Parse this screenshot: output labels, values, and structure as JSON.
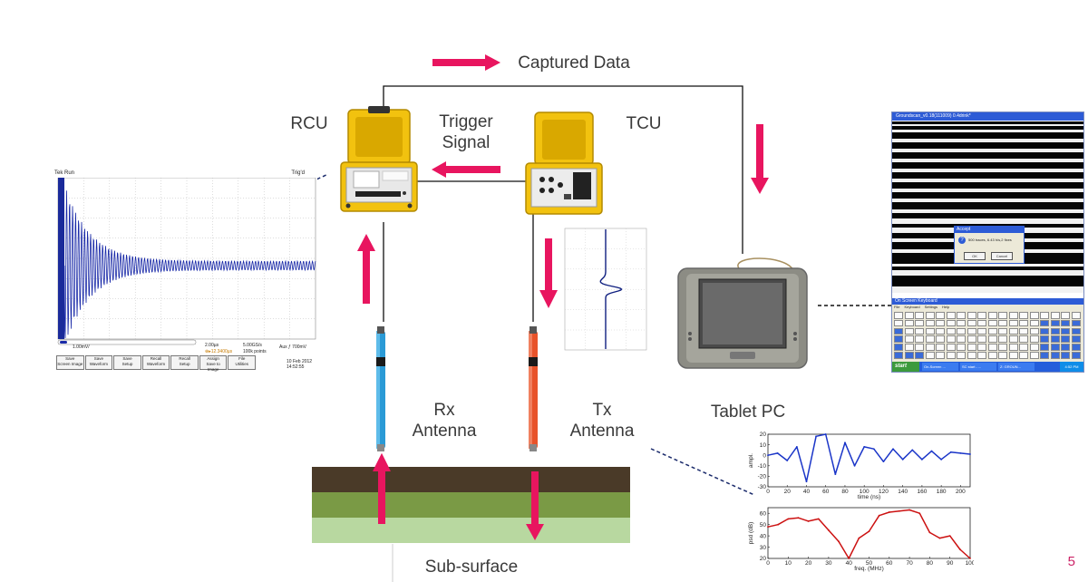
{
  "labels": {
    "captured_data": "Captured Data",
    "rcu": "RCU",
    "tcu": "TCU",
    "trigger_signal_line1": "Trigger",
    "trigger_signal_line2": "Signal",
    "rx_antenna_line1": "Rx",
    "rx_antenna_line2": "Antenna",
    "tx_antenna_line1": "Tx",
    "tx_antenna_line2": "Antenna",
    "tablet_pc": "Tablet PC",
    "sub_surface": "Sub-surface"
  },
  "page_number": "5",
  "oscilloscope": {
    "top_left": "Tek Run",
    "top_right": "Trig'd",
    "channel_scale": "1.00mV/",
    "timebase": "2.00µs",
    "timebase2": "⊕▸12.3400µs",
    "sample_rate": "5.00GS/s",
    "points": "100k points",
    "trigger": "Aux ƒ 700mV",
    "date": "10 Feb 2012",
    "time": "14:52:55",
    "menu": [
      {
        "line1": "Save",
        "line2": "Screen Image"
      },
      {
        "line1": "Save",
        "line2": "Waveform"
      },
      {
        "line1": "Save",
        "line2": "Setup"
      },
      {
        "line1": "Recall",
        "line2": "Waveform"
      },
      {
        "line1": "Recall",
        "line2": "Setup"
      },
      {
        "line1": "Assign",
        "line2": "Save to Image"
      },
      {
        "line1": "File",
        "line2": "Utilities"
      }
    ]
  },
  "screen": {
    "title": "Groundscan_v0.18(111009) 0.4drink*",
    "dialog_title": "Accept",
    "dialog_text": "500 traces, 6.43 h/s,2 fixes",
    "dialog_ok": "OK",
    "dialog_cancel": "Cancel",
    "keyboard_title": "On Screen Keyboard",
    "keyboard_menu": [
      "File",
      "Keyboard",
      "Settings",
      "Help"
    ],
    "taskbar_start": "start",
    "taskbar_items": [
      "On-Screen ...",
      "SC start - ...",
      "Z: GROUN..."
    ],
    "taskbar_clock": "4:52 PM"
  },
  "chart_data": [
    {
      "type": "line",
      "x": [
        0,
        10,
        20,
        30,
        40,
        50,
        60,
        70,
        80,
        90,
        100,
        110,
        120,
        130,
        140,
        150,
        160,
        170,
        180,
        190,
        200,
        210
      ],
      "series": [
        {
          "values": [
            0,
            2,
            -5,
            8,
            -25,
            18,
            20,
            -18,
            12,
            -10,
            8,
            6,
            -6,
            6,
            -4,
            5,
            -4,
            4,
            -4,
            3,
            2,
            1
          ]
        }
      ],
      "xlabel": "time (ns)",
      "ylabel": "ampl.",
      "xlim": [
        0,
        210
      ],
      "ylim": [
        -30,
        20
      ],
      "xticks": [
        "0",
        "20",
        "40",
        "60",
        "80",
        "100",
        "120",
        "140",
        "160",
        "180",
        "200"
      ],
      "yticks": [
        "20",
        "10",
        "0",
        "-10",
        "-20",
        "-30"
      ],
      "color": "#1a35c8",
      "grid": false
    },
    {
      "type": "line",
      "x": [
        0,
        5,
        10,
        15,
        20,
        25,
        30,
        35,
        40,
        45,
        50,
        55,
        60,
        65,
        70,
        75,
        80,
        85,
        90,
        95,
        100
      ],
      "series": [
        {
          "values": [
            48,
            50,
            55,
            56,
            53,
            55,
            45,
            35,
            20,
            38,
            44,
            58,
            61,
            62,
            63,
            60,
            43,
            38,
            40,
            28,
            20
          ]
        }
      ],
      "xlabel": "freq. (MHz)",
      "ylabel": "psd (dB)",
      "xlim": [
        0,
        100
      ],
      "ylim": [
        20,
        65
      ],
      "xticks": [
        "0",
        "10",
        "20",
        "30",
        "40",
        "50",
        "60",
        "70",
        "80",
        "90",
        "100"
      ],
      "yticks": [
        "60",
        "50",
        "40",
        "30",
        "20"
      ],
      "color": "#cc1111",
      "grid": false
    }
  ],
  "colors": {
    "arrow": "#e8155f",
    "case_yellow": "#f2c20f",
    "rx_antenna": "#2a9ad6",
    "tx_antenna": "#e8532a",
    "soil_dark": "#4a3a28",
    "soil_green": "#7a9a45",
    "soil_light": "#b8d8a0"
  }
}
